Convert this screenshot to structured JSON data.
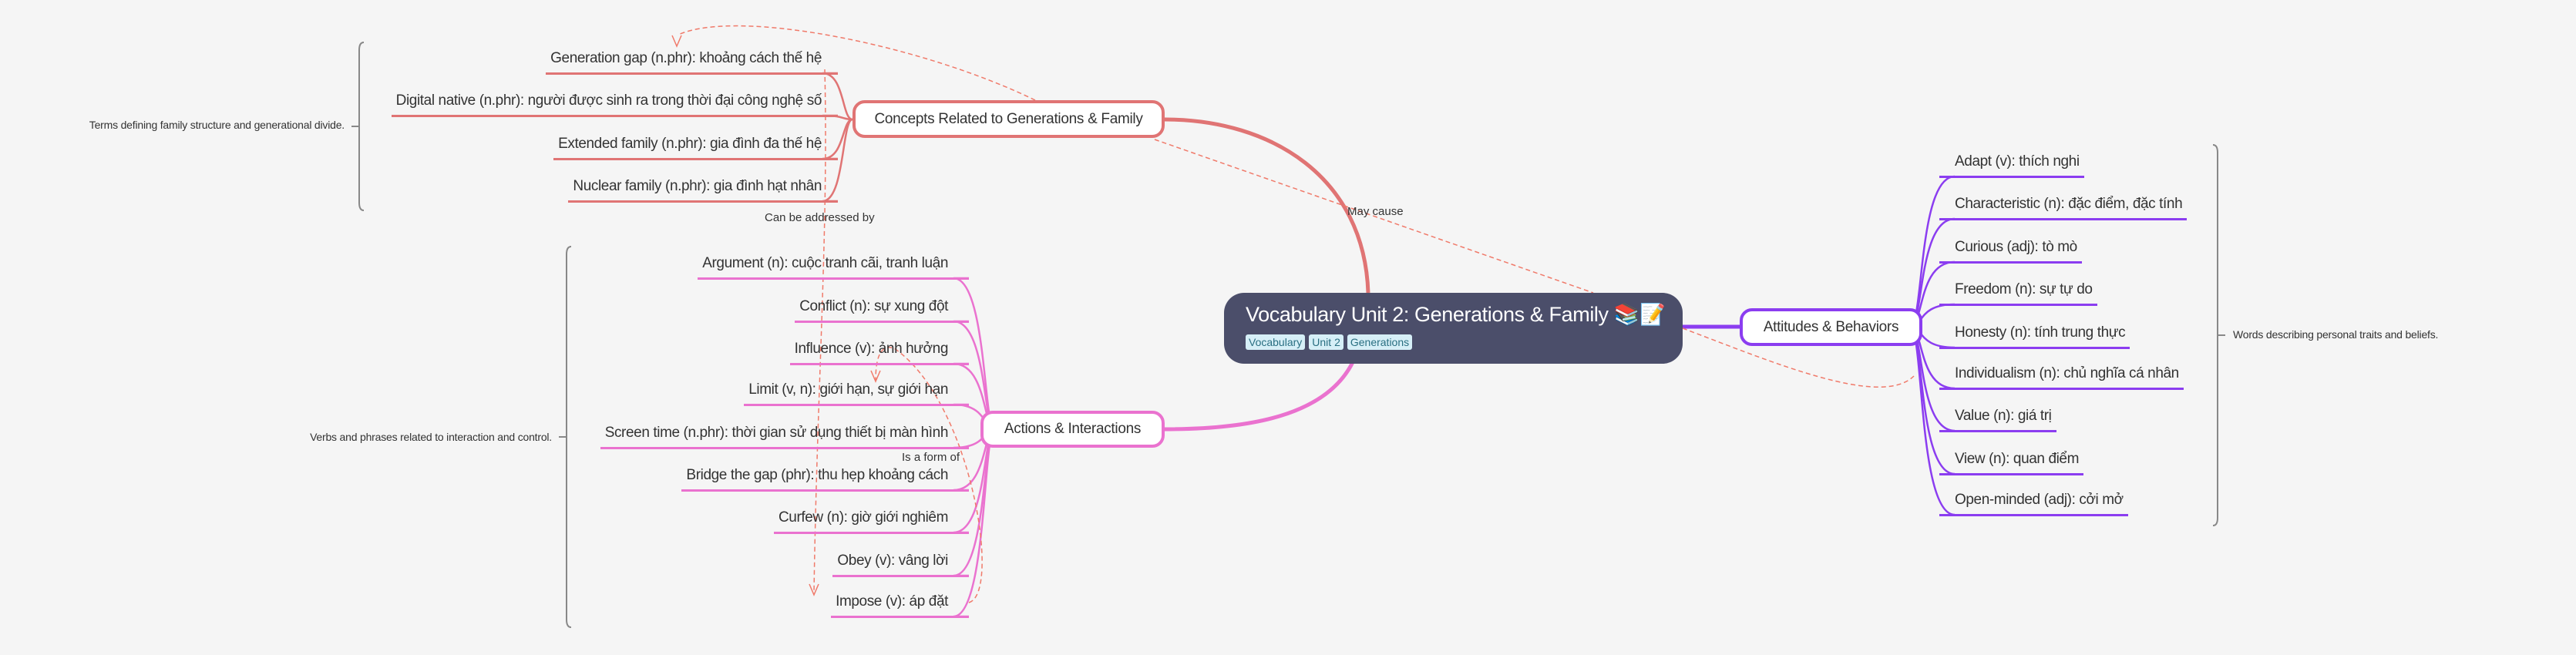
{
  "central": {
    "title": "Vocabulary Unit 2: Generations & Family 📚📝",
    "tags": [
      "Vocabulary",
      "Unit 2",
      "Generations"
    ]
  },
  "colors": {
    "concepts": "#e07474",
    "actions": "#ea72cf",
    "attitudes": "#8b3df0",
    "relation": "#f07a6a",
    "central": "#4b4e6a"
  },
  "branches": {
    "concepts": {
      "label": "Concepts Related to Generations & Family",
      "summary": "Terms defining family structure and generational divide.",
      "items": [
        "Generation gap (n.phr): khoảng cách thế hệ",
        "Digital native (n.phr): người được sinh ra trong thời đại công nghệ số",
        "Extended family (n.phr): gia đình đa thế hệ",
        "Nuclear family (n.phr): gia đình hạt nhân"
      ]
    },
    "actions": {
      "label": "Actions & Interactions",
      "summary": "Verbs and phrases related to interaction and control.",
      "items": [
        "Argument (n): cuộc tranh cãi, tranh luận",
        "Conflict (n): sự xung đột",
        "Influence (v): ảnh hưởng",
        "Limit (v, n): giới hạn, sự giới hạn",
        "Screen time (n.phr): thời gian sử dụng thiết bị màn hình",
        "Bridge the gap (phr): thu hẹp khoảng cách",
        "Curfew (n): giờ giới nghiêm",
        "Obey (v): vâng lời",
        "Impose (v): áp đặt"
      ]
    },
    "attitudes": {
      "label": "Attitudes & Behaviors",
      "summary": "Words describing personal traits and beliefs.",
      "items": [
        "Adapt (v): thích nghi",
        "Characteristic (n): đặc điểm, đặc tính",
        "Curious (adj): tò mò",
        "Freedom (n): sự tự do",
        "Honesty (n): tính trung thực",
        "Individualism (n): chủ nghĩa cá nhân",
        "Value (n): giá trị",
        "View (n): quan điểm",
        "Open-minded (adj): cởi mở"
      ]
    }
  },
  "relations": {
    "addressed": "Can be addressed by",
    "cause": "May cause",
    "form": "Is a form of"
  }
}
